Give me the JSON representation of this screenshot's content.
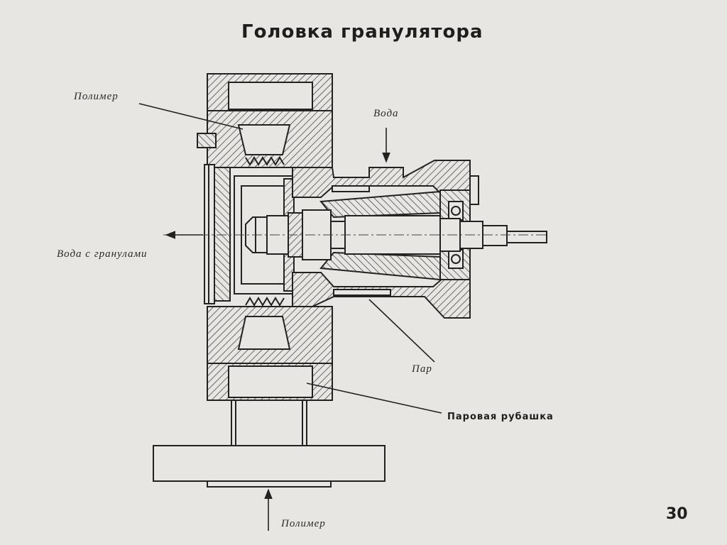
{
  "slide": {
    "title": "Головка гранулятора",
    "page_number": "30"
  },
  "labels": {
    "polymer_top": "Полимер",
    "water_in": "Вода",
    "water_with_granules": "Вода с гранулами",
    "steam": "Пар",
    "steam_jacket": "Паровая рубашка",
    "polymer_bottom": "Полимер"
  },
  "colors": {
    "background": "#e7e6e3",
    "ink": "#222222",
    "hatch": "#4a4a4a"
  }
}
